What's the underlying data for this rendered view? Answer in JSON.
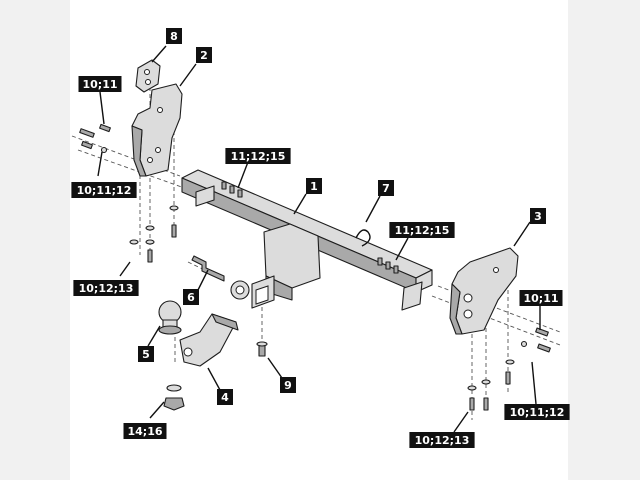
{
  "callouts": [
    {
      "id": "part-8",
      "text": "8"
    },
    {
      "id": "part-2",
      "text": "2"
    },
    {
      "id": "hw-10-11-left",
      "text": "10;11"
    },
    {
      "id": "hw-10-11-12-left",
      "text": "10;11;12"
    },
    {
      "id": "hw-11-12-15-top",
      "text": "11;12;15"
    },
    {
      "id": "part-1",
      "text": "1"
    },
    {
      "id": "part-7",
      "text": "7"
    },
    {
      "id": "hw-11-12-15-mid",
      "text": "11;12;15"
    },
    {
      "id": "part-3",
      "text": "3"
    },
    {
      "id": "hw-10-12-13-left",
      "text": "10;12;13"
    },
    {
      "id": "part-6",
      "text": "6"
    },
    {
      "id": "hw-10-11-right",
      "text": "10;11"
    },
    {
      "id": "part-5",
      "text": "5"
    },
    {
      "id": "part-9",
      "text": "9"
    },
    {
      "id": "part-4",
      "text": "4"
    },
    {
      "id": "hw-10-11-12-right",
      "text": "10;11;12"
    },
    {
      "id": "hw-14-16",
      "text": "14;16"
    },
    {
      "id": "hw-10-12-13-right",
      "text": "10;12;13"
    }
  ]
}
